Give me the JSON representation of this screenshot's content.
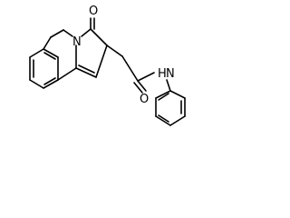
{
  "molecule": {
    "atom_labels": {
      "ring_oxygen": "O",
      "ring_nitrogen": "N",
      "amide_oxygen": "O",
      "amide_nitrogen": "N",
      "amide_hydrogen": "H"
    }
  }
}
